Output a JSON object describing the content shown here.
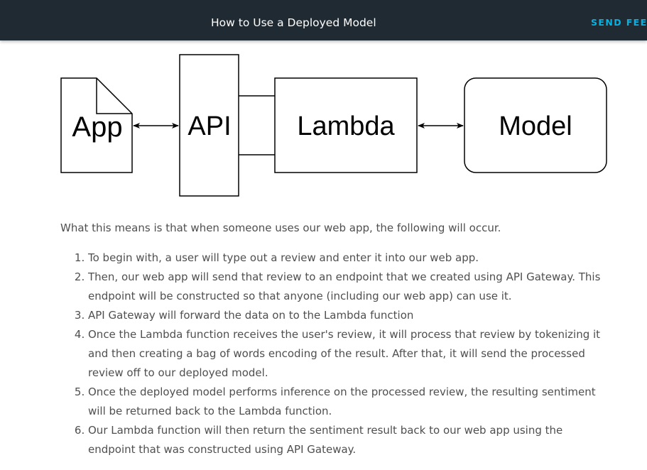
{
  "header": {
    "title": "How to Use a Deployed Model",
    "feedback_label": "SEND FEED"
  },
  "diagram": {
    "nodes": {
      "app": "App",
      "api": "API",
      "lambda": "Lambda",
      "model": "Model"
    }
  },
  "content": {
    "intro": "What this means is that when someone uses our web app, the following will occur.",
    "steps": [
      "To begin with, a user will type out a review and enter it into our web app.",
      "Then, our web app will send that review to an endpoint that we created using API Gateway. This endpoint will be constructed so that anyone (including our web app) can use it.",
      "API Gateway will forward the data on to the Lambda function",
      "Once the Lambda function receives the user's review, it will process that review by tokenizing it and then creating a bag of words encoding of the result. After that, it will send the processed review off to our deployed model.",
      "Once the deployed model performs inference on the processed review, the resulting sentiment will be returned back to the Lambda function.",
      "Our Lambda function will then return the sentiment result back to our web app using the endpoint that was constructed using API Gateway."
    ]
  }
}
